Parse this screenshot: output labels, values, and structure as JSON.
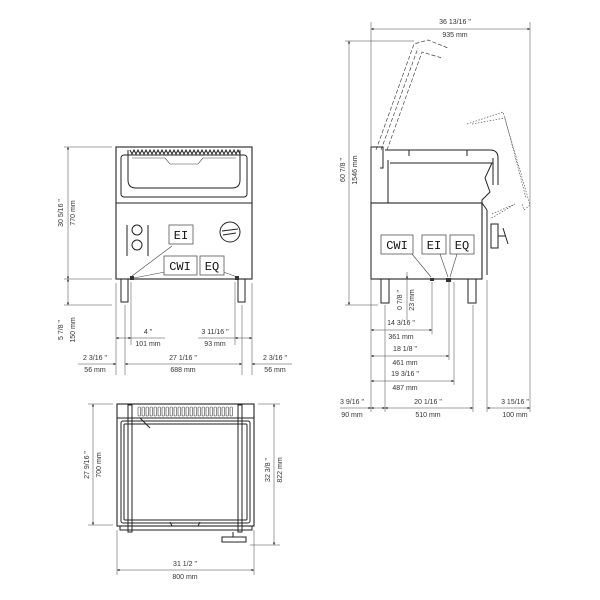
{
  "connection_labels": {
    "cwi": "CWI",
    "ei": "EI",
    "eq": "EQ"
  },
  "front_view": {
    "height_body": {
      "inch": "30 5/16 \"",
      "mm": "770 mm"
    },
    "height_legs": {
      "inch": "5 7/8 \"",
      "mm": "150 mm"
    },
    "cwi_offset": {
      "inch": "4 \"",
      "mm": "101 mm"
    },
    "eq_offset": {
      "inch": "3 11/16 \"",
      "mm": "93 mm"
    },
    "left_overhang": {
      "inch": "2 3/16 \"",
      "mm": "56 mm"
    },
    "leg_span": {
      "inch": "27 1/16 \"",
      "mm": "688 mm"
    },
    "right_overhang": {
      "inch": "2 3/16 \"",
      "mm": "56 mm"
    }
  },
  "side_view": {
    "overall_depth": {
      "inch": "36 13/16 \"",
      "mm": "935 mm"
    },
    "overall_height_open": {
      "inch": "60 7/8 \"",
      "mm": "1546 mm"
    },
    "connection_height": {
      "inch": "0 7/8 \"",
      "mm": "23 mm"
    },
    "cwi_depth": {
      "inch": "14 3/16 \"",
      "mm": "361 mm"
    },
    "ei_depth": {
      "inch": "18 1/8 \"",
      "mm": "461 mm"
    },
    "eq_depth": {
      "inch": "19 3/16 \"",
      "mm": "487 mm"
    },
    "rear_overhang": {
      "inch": "3 9/16 \"",
      "mm": "90 mm"
    },
    "leg_span": {
      "inch": "20 1/16 \"",
      "mm": "510 mm"
    },
    "front_overhang": {
      "inch": "3 15/16 \"",
      "mm": "100 mm"
    }
  },
  "top_view": {
    "depth": {
      "inch": "27 9/16 \"",
      "mm": "700 mm"
    },
    "depth_with_handle": {
      "inch": "32 3/8 \"",
      "mm": "822 mm"
    },
    "width": {
      "inch": "31 1/2 \"",
      "mm": "800 mm"
    }
  }
}
